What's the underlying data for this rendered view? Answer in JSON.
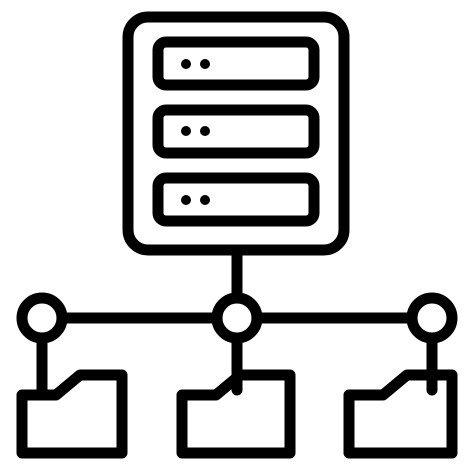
{
  "icon": {
    "name": "server-network-folders-icon",
    "stroke_color": "#000000",
    "background_color": "#ffffff",
    "server_slots": 3,
    "network_nodes": 3,
    "folders": 3
  }
}
